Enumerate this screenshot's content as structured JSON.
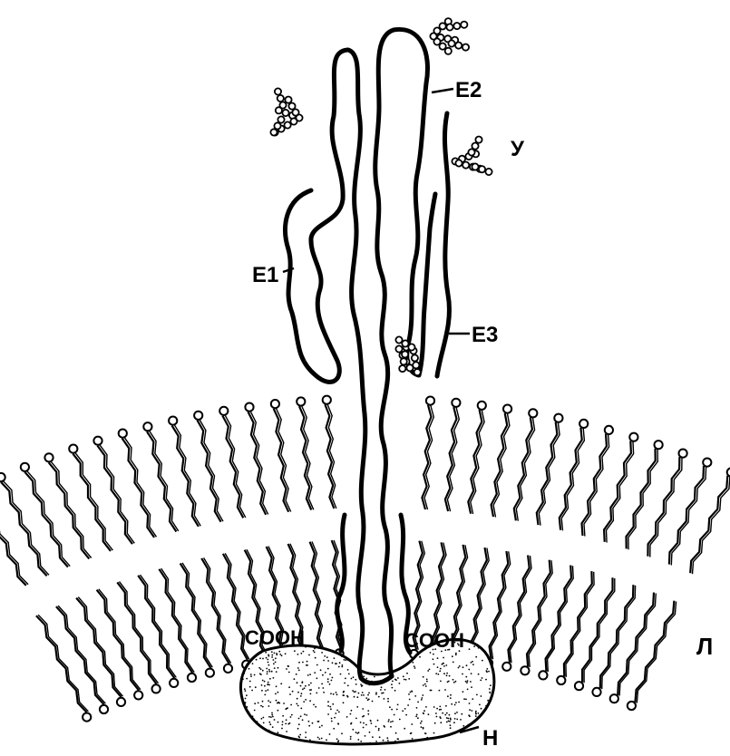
{
  "diagram": {
    "labels": {
      "e1": "E1",
      "e2": "E2",
      "e3": "E3",
      "u": "У",
      "l": "Л",
      "n": "Н",
      "cooh_left": "COOH",
      "cooh_right": "COOH"
    },
    "colors": {
      "ink": "#000000",
      "background": "#ffffff"
    }
  }
}
